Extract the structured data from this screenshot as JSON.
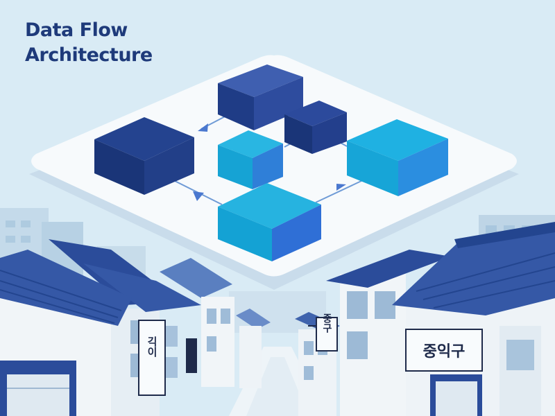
{
  "title": {
    "line1": "Data Flow",
    "line2": "Architecture"
  },
  "signs": {
    "left_vertical": "긱이",
    "center_vertical": "중구",
    "right_horizontal": "중익구"
  },
  "colors": {
    "sky": "#d9ebf5",
    "navy": "#1e3a7a",
    "dark_block": "#1f3c86",
    "cyan_block": "#1aa9d8",
    "blue_block": "#2b5bc8",
    "platform": "#f7fafc",
    "roof": "#3a5ea8",
    "wall": "#f1f5f8"
  },
  "icons": [
    "arrow-left-icon",
    "arrow-right-icon",
    "arrow-up-icon"
  ]
}
